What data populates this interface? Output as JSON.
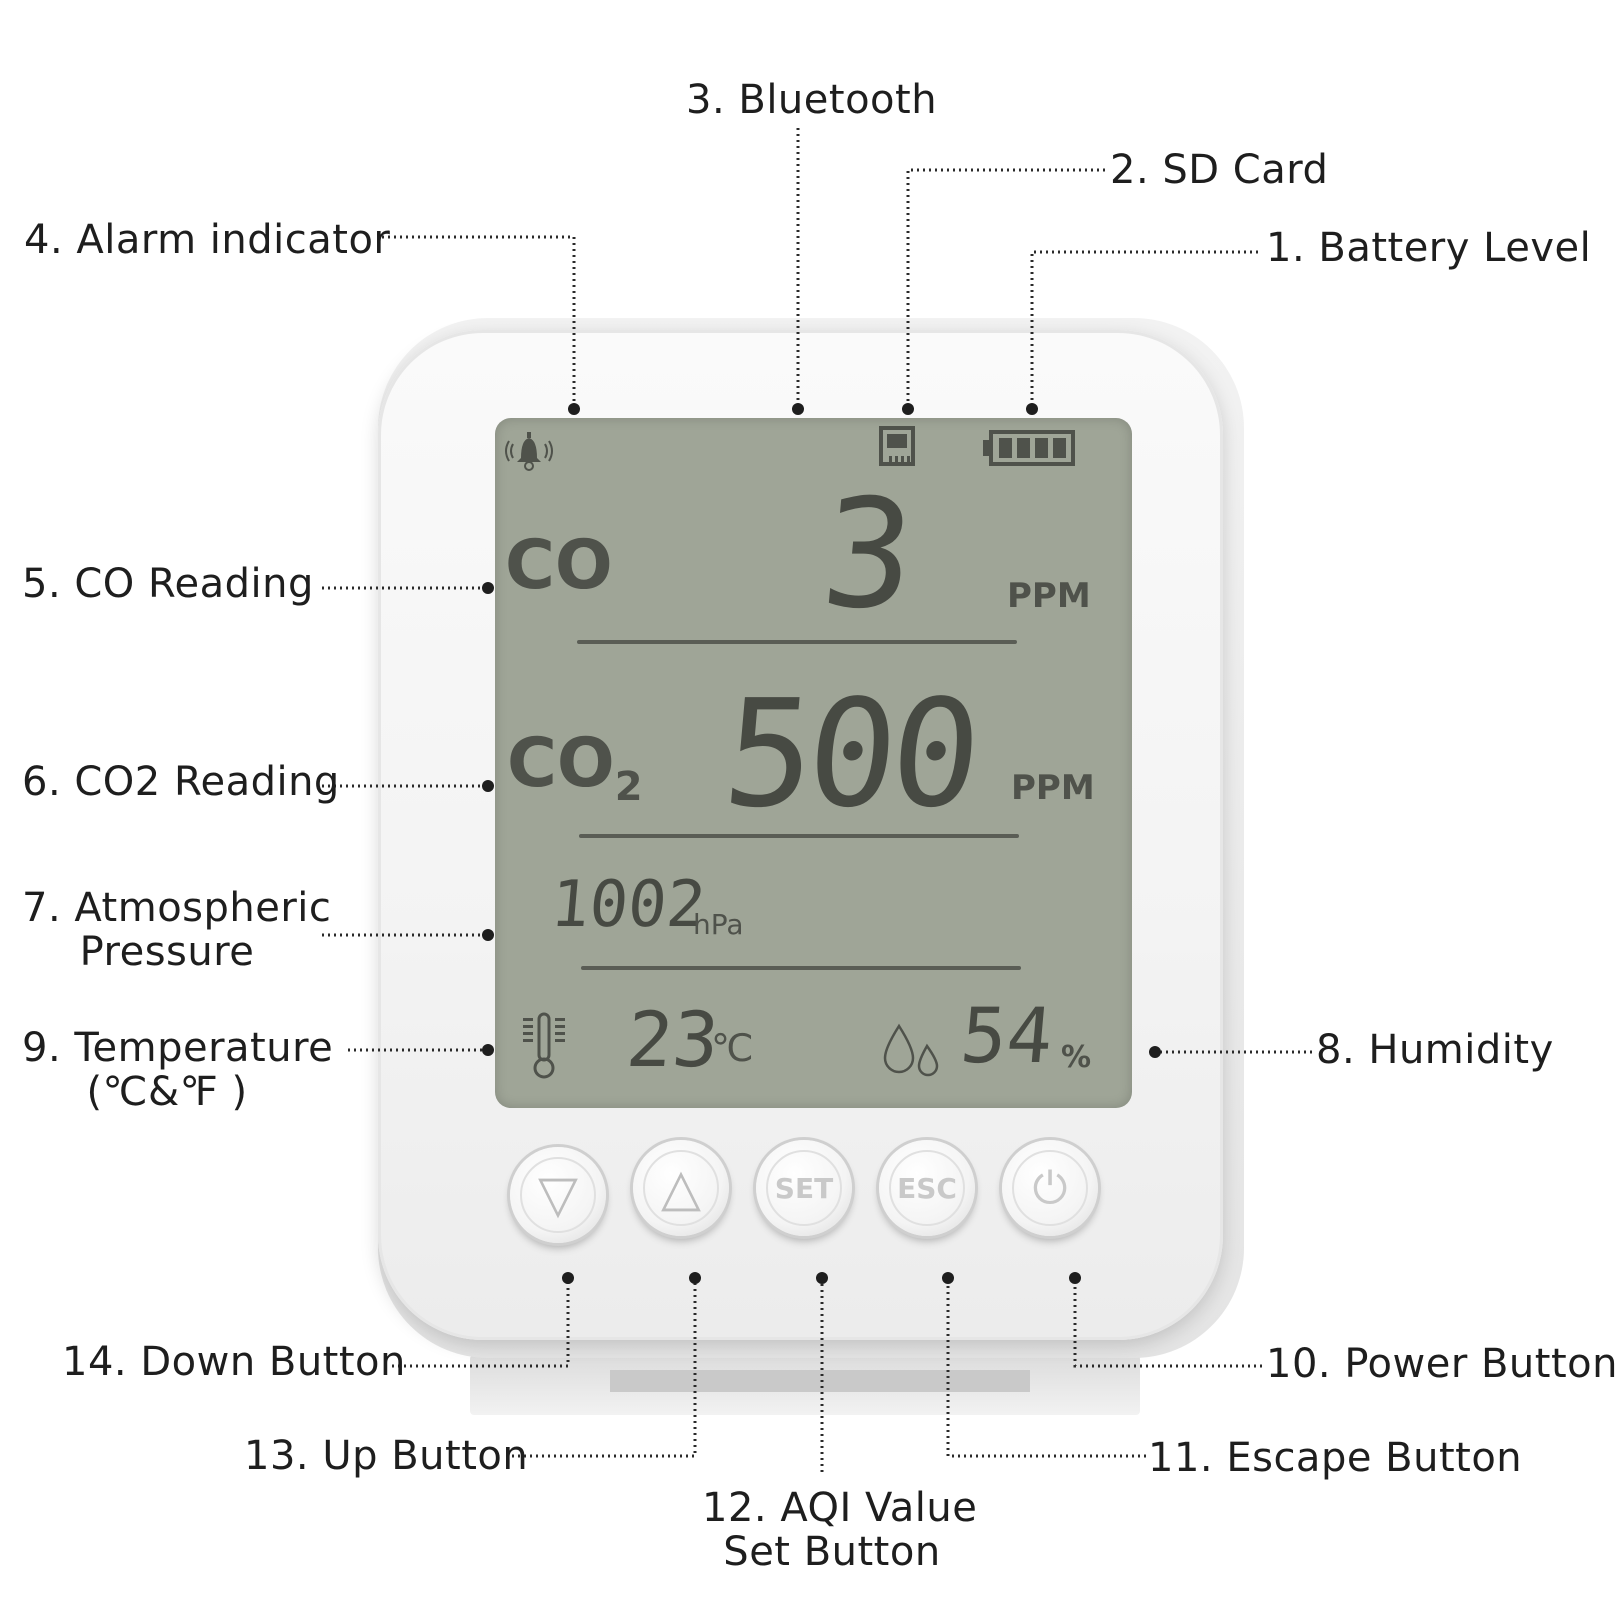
{
  "callouts": {
    "bluetooth": "3. Bluetooth",
    "sd_card": "2. SD Card",
    "alarm": "4. Alarm indicator",
    "battery": "1. Battery Level",
    "co": "5. CO Reading",
    "co2": "6. CO2 Reading",
    "pressure_line1": "7. Atmospheric",
    "pressure_line2": "Pressure",
    "temperature_line1": "9. Temperature",
    "temperature_line2": "(℃&℉ )",
    "humidity": "8. Humidity",
    "down": "14. Down Button",
    "power": "10. Power Button",
    "up": "13. Up Button",
    "escape": "11. Escape Button",
    "aqi_line1": "12. AQI Value",
    "aqi_line2": "Set Button"
  },
  "display": {
    "co_label": "CO",
    "co_value": "3",
    "co_unit": "PPM",
    "co2_label": "CO",
    "co2_sub": "2",
    "co2_value": "500",
    "co2_unit": "PPM",
    "pressure_value": "1002",
    "pressure_unit": "hPa",
    "temp_value": "23",
    "temp_unit": "℃",
    "humidity_value": "54",
    "humidity_unit": "%",
    "battery_bars": 4
  },
  "buttons": {
    "down_icon": "▽",
    "up_icon": "△",
    "set_label": "SET",
    "esc_label": "ESC",
    "power_icon": "⏻"
  }
}
